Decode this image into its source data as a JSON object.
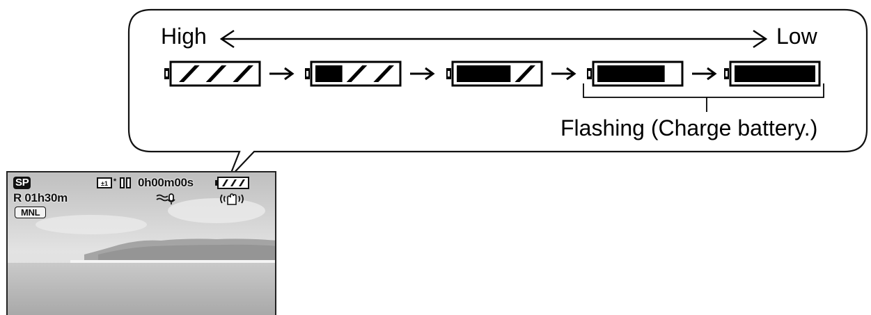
{
  "callout": {
    "high_label": "High",
    "low_label": "Low",
    "flashing_label": "Flashing (Charge battery.)",
    "battery_levels": [
      3,
      2,
      1,
      0.5,
      0
    ]
  },
  "viewfinder": {
    "quality_badge": "SP",
    "time_code": "0h00m00s",
    "remaining_time": "R 01h30m",
    "mode_badge": "MNL"
  }
}
